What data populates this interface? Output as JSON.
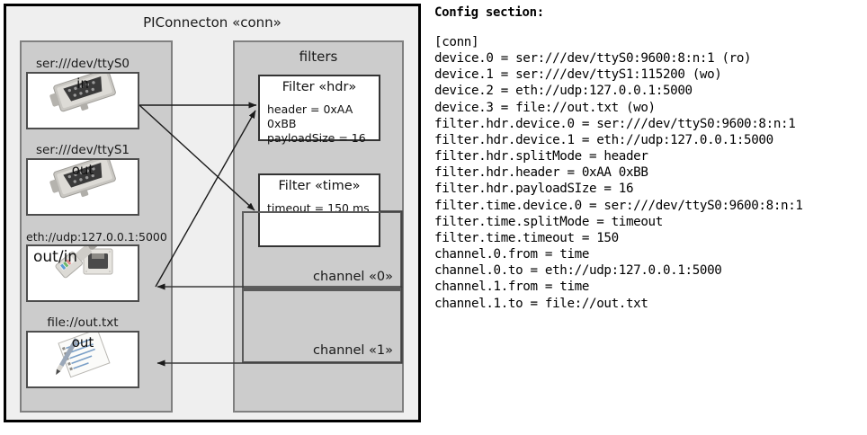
{
  "diagram": {
    "title": "PIConnecton «conn»",
    "devices_panel": {
      "title": "",
      "devices": [
        {
          "caption": "ser:///dev/ttyS0",
          "direction": "in",
          "icon": "serial-connector-icon"
        },
        {
          "caption": "ser:///dev/ttyS1",
          "direction": "out",
          "icon": "serial-connector-icon"
        },
        {
          "caption": "eth://udp:127.0.0.1:5000",
          "direction": "out/in",
          "icon": "ethernet-jack-icon"
        },
        {
          "caption": "file://out.txt",
          "direction": "out",
          "icon": "text-file-icon"
        }
      ]
    },
    "filters_panel": {
      "title": "filters",
      "filters": [
        {
          "title": "Filter «hdr»",
          "props": [
            "header = 0xAA 0xBB",
            "payloadSize = 16"
          ]
        },
        {
          "title": "Filter «time»",
          "props": [
            "timeout = 150 ms"
          ]
        }
      ]
    },
    "channels": [
      {
        "label": "channel «0»"
      },
      {
        "label": "channel «1»"
      }
    ]
  },
  "config": {
    "heading": "Config section:",
    "lines": [
      "[conn]",
      "device.0 = ser:///dev/ttyS0:9600:8:n:1 (ro)",
      "device.1 = ser:///dev/ttyS1:115200 (wo)",
      "device.2 = eth://udp:127.0.0.1:5000",
      "device.3 = file://out.txt (wo)",
      "filter.hdr.device.0 = ser:///dev/ttyS0:9600:8:n:1",
      "filter.hdr.device.1 = eth://udp:127.0.0.1:5000",
      "filter.hdr.splitMode = header",
      "filter.hdr.header = 0xAA 0xBB",
      "filter.hdr.payloadSIze = 16",
      "filter.time.device.0 = ser:///dev/ttyS0:9600:8:n:1",
      "filter.time.splitMode = timeout",
      "filter.time.timeout = 150",
      "channel.0.from = time",
      "channel.0.to = eth://udp:127.0.0.1:5000",
      "channel.1.from = time",
      "channel.1.to = file://out.txt"
    ]
  },
  "colors": {
    "frame_border": "#000000",
    "backdrop": "#efefef",
    "panel_fill": "#cccccc",
    "panel_border": "#808080",
    "card_fill": "#ffffff",
    "line": "#333333"
  }
}
